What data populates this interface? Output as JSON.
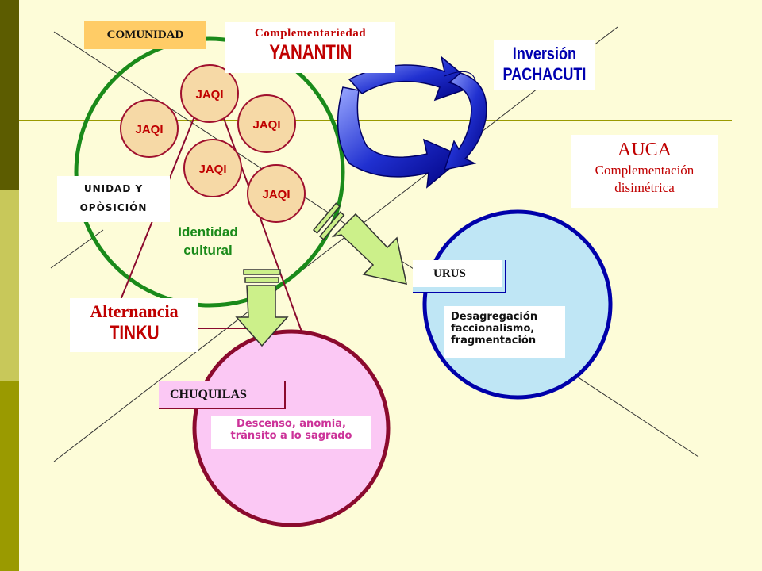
{
  "colors": {
    "background": "#fdfcd8",
    "sidebar_dark": "#5c5c00",
    "sidebar_mid": "#c8c85a",
    "sidebar_light": "#9a9a00",
    "green_circle": "#1a8a1a",
    "blue_circle": "#0000aa",
    "blue_fill": "#bfe6f5",
    "crimson_circle": "#8b0a2e",
    "pink_fill": "#fbc8f4",
    "jaqi_fill": "#f6d9a6",
    "jaqi_stroke": "#a0102e",
    "red_text": "#c00000",
    "blue_text": "#0000b0",
    "magenta_text": "#cc3399",
    "arrow_green": "#ccf08a"
  },
  "labels": {
    "comunidad": "COMUNIDAD",
    "complementariedad": "Complementariedad",
    "yanantin": "YANANTIN",
    "inversion": "Inversión",
    "pachacuti": "PACHACUTI",
    "auca": "AUCA",
    "complementacion": "Complementación",
    "disimetrica": "disimétrica",
    "unidad_y": "UNIDAD Y",
    "oposicion": "OPÒSICIÓN",
    "identidad": "Identidad",
    "cultural": "cultural",
    "alternancia": "Alternancia",
    "tinku": "TINKU",
    "urus": "URUS",
    "desagregacion": "Desagregación",
    "faccionalismo": "faccionalismo,",
    "fragmentacion": "fragmentación",
    "chuquilas": "CHUQUILAS",
    "descenso": "Descenso, anomia,",
    "transito": "tránsito a lo sagrado"
  },
  "jaqi": [
    "JAQI",
    "JAQI",
    "JAQI",
    "JAQI",
    "JAQI"
  ]
}
